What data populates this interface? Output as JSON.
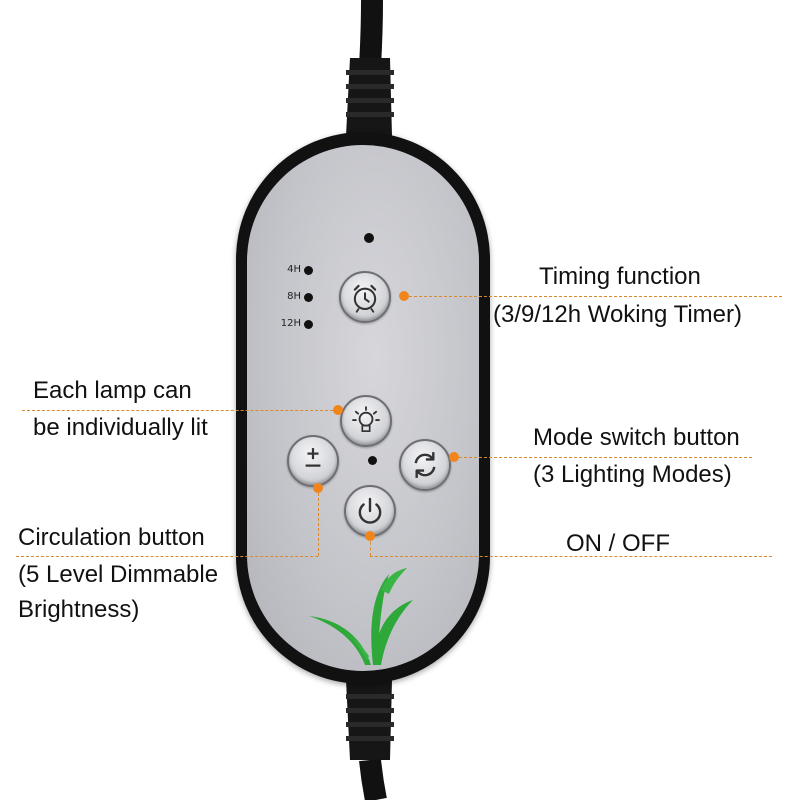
{
  "timer_levels": [
    "4H",
    "8H",
    "12H"
  ],
  "callouts": {
    "timing": {
      "title": "Timing function",
      "detail": "(3/9/12h Woking Timer)"
    },
    "lamp": {
      "line1": "Each lamp can",
      "line2": "be individually lit"
    },
    "mode": {
      "title": "Mode switch button",
      "detail": "(3 Lighting Modes)"
    },
    "power": {
      "title": "ON / OFF"
    },
    "circulation": {
      "line1": "Circulation button",
      "line2": "(5 Level Dimmable",
      "line3": "Brightness)"
    }
  },
  "colors": {
    "guide": "#d98a2b",
    "marker": "#f0851c",
    "plant": "#2fa83a",
    "remote_body": "#111111",
    "remote_face": "#c4c5ca"
  },
  "icons": {
    "timer_button": "alarm-clock-icon",
    "lamp_button": "light-bulb-icon",
    "mode_button": "cycle-arrows-icon",
    "dimmer_button": "plus-minus-icon",
    "power_button": "power-icon"
  }
}
